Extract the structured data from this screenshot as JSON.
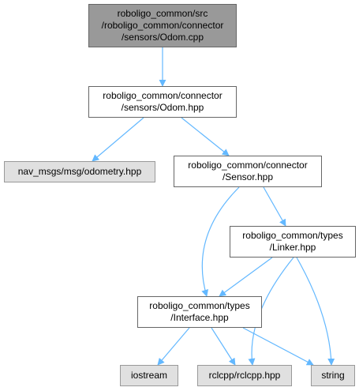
{
  "graph": {
    "edge_color": "#63b8ff",
    "nodes": [
      {
        "id": "odom_cpp",
        "kind": "root",
        "lines": [
          "roboligo_common/src",
          "/roboligo_common/connector",
          "/sensors/Odom.cpp"
        ]
      },
      {
        "id": "odom_hpp",
        "kind": "header",
        "lines": [
          "roboligo_common/connector",
          "/sensors/Odom.hpp"
        ]
      },
      {
        "id": "nav_msgs",
        "kind": "external",
        "lines": [
          "nav_msgs/msg/odometry.hpp"
        ]
      },
      {
        "id": "sensor_hpp",
        "kind": "header",
        "lines": [
          "roboligo_common/connector",
          "/Sensor.hpp"
        ]
      },
      {
        "id": "linker_hpp",
        "kind": "header",
        "lines": [
          "roboligo_common/types",
          "/Linker.hpp"
        ]
      },
      {
        "id": "interface_hpp",
        "kind": "header",
        "lines": [
          "roboligo_common/types",
          "/Interface.hpp"
        ]
      },
      {
        "id": "iostream",
        "kind": "external",
        "lines": [
          "iostream"
        ]
      },
      {
        "id": "rclcpp",
        "kind": "external",
        "lines": [
          "rclcpp/rclcpp.hpp"
        ]
      },
      {
        "id": "string",
        "kind": "external",
        "lines": [
          "string"
        ]
      }
    ],
    "edges": [
      {
        "from": "odom_cpp",
        "to": "odom_hpp"
      },
      {
        "from": "odom_hpp",
        "to": "nav_msgs"
      },
      {
        "from": "odom_hpp",
        "to": "sensor_hpp"
      },
      {
        "from": "sensor_hpp",
        "to": "linker_hpp"
      },
      {
        "from": "sensor_hpp",
        "to": "interface_hpp"
      },
      {
        "from": "linker_hpp",
        "to": "interface_hpp"
      },
      {
        "from": "linker_hpp",
        "to": "rclcpp"
      },
      {
        "from": "linker_hpp",
        "to": "string"
      },
      {
        "from": "interface_hpp",
        "to": "iostream"
      },
      {
        "from": "interface_hpp",
        "to": "rclcpp"
      },
      {
        "from": "interface_hpp",
        "to": "string"
      }
    ]
  }
}
